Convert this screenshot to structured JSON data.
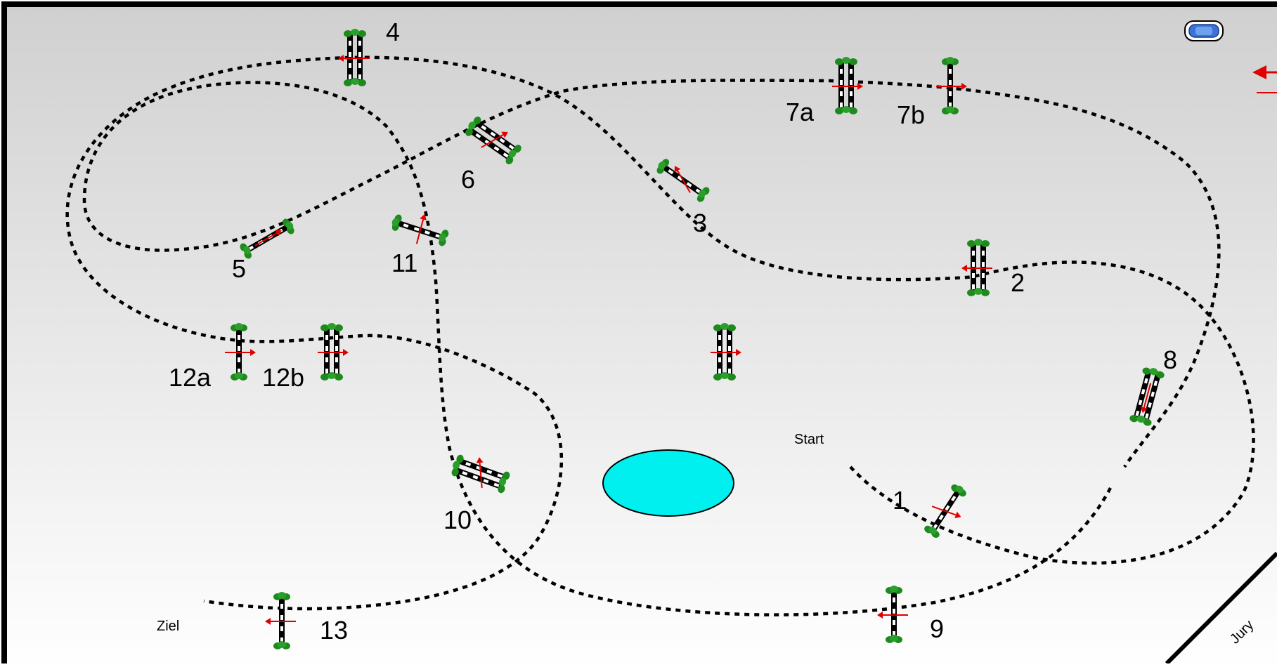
{
  "colors": {
    "background_top": "#d0d0d0",
    "background_bottom": "#ffffff",
    "border": "#000000",
    "track": "#000000",
    "water": "#00f0f0",
    "bush": "#1e8a1e",
    "arrow": "#e00000",
    "car": "#3a73d8"
  },
  "labels": {
    "start": "Start",
    "finish": "Ziel",
    "jury": "Jury"
  },
  "obstacles": [
    {
      "id": "1",
      "kind": "single"
    },
    {
      "id": "2",
      "kind": "double"
    },
    {
      "id": "3",
      "kind": "single"
    },
    {
      "id": "4",
      "kind": "double"
    },
    {
      "id": "5",
      "kind": "single"
    },
    {
      "id": "6",
      "kind": "double"
    },
    {
      "id": "7a",
      "kind": "double"
    },
    {
      "id": "7b",
      "kind": "single"
    },
    {
      "id": "8",
      "kind": "double"
    },
    {
      "id": "9",
      "kind": "single"
    },
    {
      "id": "10",
      "kind": "double"
    },
    {
      "id": "11",
      "kind": "single"
    },
    {
      "id": "12a",
      "kind": "single"
    },
    {
      "id": "12b",
      "kind": "double"
    },
    {
      "id": "13",
      "kind": "single"
    },
    {
      "id": "",
      "kind": "double"
    }
  ],
  "icons": {
    "car": "car-icon",
    "arrow": "arrow-icon",
    "water": "water-pond",
    "jump": "jump-icon"
  }
}
